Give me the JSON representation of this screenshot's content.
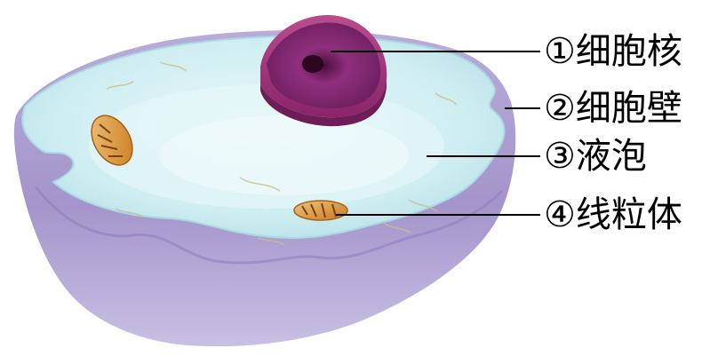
{
  "labels": [
    {
      "number": "①",
      "text": "细胞核"
    },
    {
      "number": "②",
      "text": "细胞壁"
    },
    {
      "number": "③",
      "text": "液泡"
    },
    {
      "number": "④",
      "text": "线粒体"
    }
  ],
  "colors": {
    "cell_wall": "#a595cc",
    "cytoplasm": "#c9eaf0",
    "nucleus": "#8e2a78",
    "mitochondria": "#d08a2a",
    "leader_line": "#000000"
  }
}
